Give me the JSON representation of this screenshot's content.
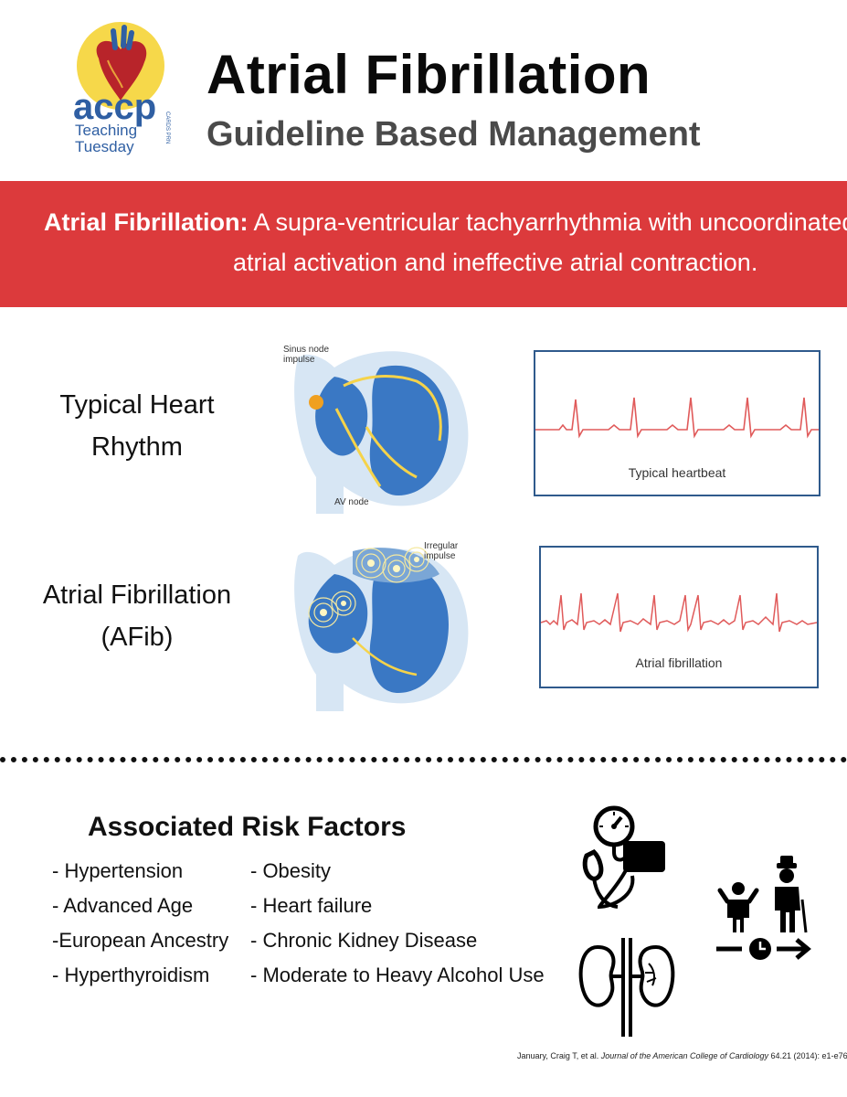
{
  "header": {
    "title": "Atrial Fibrillation",
    "subtitle": "Guideline Based Management",
    "logo": {
      "wordmark": "accp",
      "line1": "Teaching",
      "line2": "Tuesday",
      "side_text": "CARDS PRN",
      "icon": "heart-icon"
    }
  },
  "definition": {
    "term": "Atrial Fibrillation:",
    "line1": " A supra-ventricular tachyarrhythmia with uncoordinated",
    "line2": "atrial activation and ineffective atrial contraction."
  },
  "rhythms": {
    "typical": {
      "label_line1": "Typical Heart",
      "label_line2": "Rhythm",
      "diagram_label1": "Sinus node",
      "diagram_label2": "impulse",
      "diagram_label3": "AV node",
      "ecg_caption": "Typical heartbeat"
    },
    "afib": {
      "label_line1": "Atrial Fibrillation",
      "label_line2": "(AFib)",
      "diagram_label1": "Irregular",
      "diagram_label2": "impulse",
      "ecg_caption": "Atrial fibrillation"
    }
  },
  "risk_factors": {
    "heading": "Associated Risk Factors",
    "column1": [
      "- Hypertension",
      "- Advanced Age",
      "-European Ancestry",
      "- Hyperthyroidism"
    ],
    "column2": [
      "- Obesity",
      "- Heart failure",
      "- Chronic Kidney Disease",
      "- Moderate to Heavy Alcohol Use"
    ]
  },
  "citation": {
    "authors": "January, Craig T, et al.",
    "journal": "Journal of the American College of Cardiology",
    "details": "64.21 (2014): e1-e76."
  },
  "colors": {
    "banner_red": "#dc3a3c",
    "ecg_red": "#e05a5a",
    "ecg_border": "#2f5a8c",
    "subtitle_gray": "#4a4a4a",
    "heart_blue": "#3a78c4",
    "logo_yellow": "#f6d84a",
    "logo_blue": "#2f5fa3"
  }
}
